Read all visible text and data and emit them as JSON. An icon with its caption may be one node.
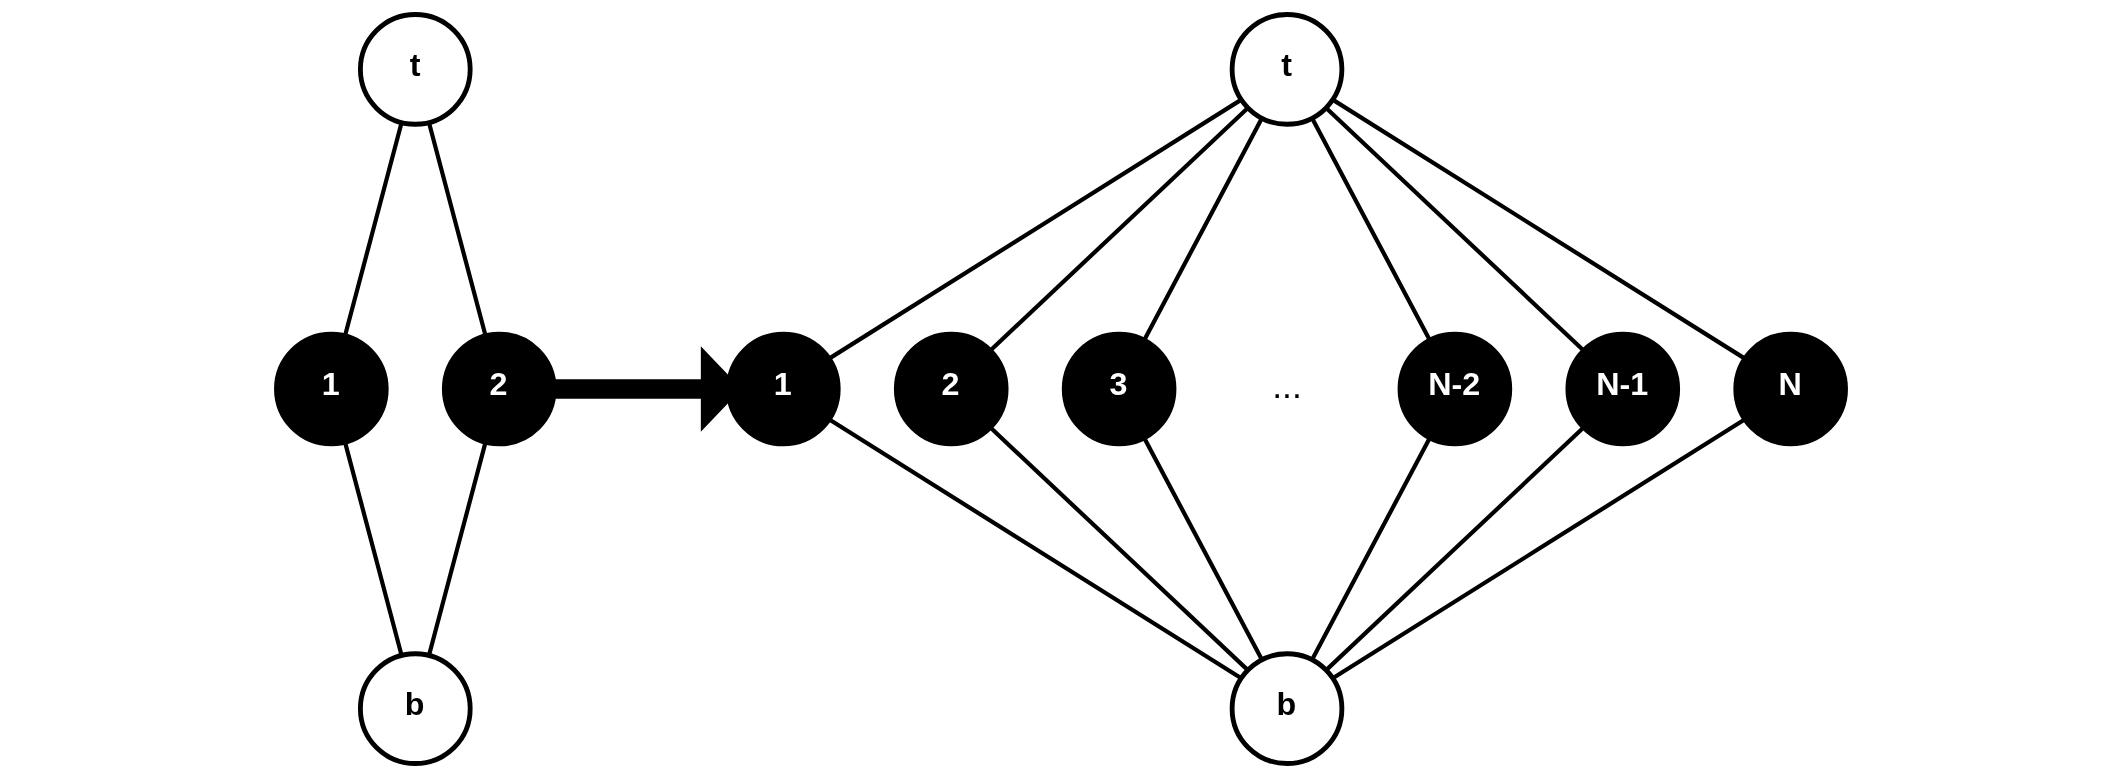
{
  "diagram": {
    "nodes": [
      {
        "text": [
          "t"
        ]
      },
      {
        "text": [
          "1"
        ]
      },
      {
        "text": [
          "2"
        ]
      },
      {
        "text": [
          "b"
        ]
      },
      {
        "text": [
          "t"
        ]
      },
      {
        "text": [
          "1"
        ]
      },
      {
        "text": [
          "2"
        ]
      },
      {
        "text": [
          "3"
        ]
      },
      {
        "text": [
          "N-2"
        ]
      },
      {
        "text": [
          "N-1"
        ]
      },
      {
        "text": [
          "N"
        ]
      },
      {
        "text": [
          "b"
        ]
      }
    ],
    "edges": [
      {
        "from": 0,
        "to": 1,
        "arrow": "none"
      },
      {
        "from": 0,
        "to": 2,
        "arrow": "none"
      },
      {
        "from": 1,
        "to": 3,
        "arrow": "none"
      },
      {
        "from": 2,
        "to": 3,
        "arrow": "none"
      },
      {
        "from": 2,
        "to": 5,
        "arrow": "to",
        "style": "thick"
      },
      {
        "from": 4,
        "to": 5,
        "arrow": "none"
      },
      {
        "from": 4,
        "to": 6,
        "arrow": "none"
      },
      {
        "from": 4,
        "to": 7,
        "arrow": "none"
      },
      {
        "from": 4,
        "to": 8,
        "arrow": "none"
      },
      {
        "from": 4,
        "to": 9,
        "arrow": "none"
      },
      {
        "from": 4,
        "to": 10,
        "arrow": "none"
      },
      {
        "from": 5,
        "to": 11,
        "arrow": "none"
      },
      {
        "from": 6,
        "to": 11,
        "arrow": "none"
      },
      {
        "from": 7,
        "to": 11,
        "arrow": "none"
      },
      {
        "from": 8,
        "to": 11,
        "arrow": "none"
      },
      {
        "from": 9,
        "to": 11,
        "arrow": "none"
      },
      {
        "from": 10,
        "to": 11,
        "arrow": "none"
      }
    ],
    "labels": [
      "..."
    ]
  }
}
